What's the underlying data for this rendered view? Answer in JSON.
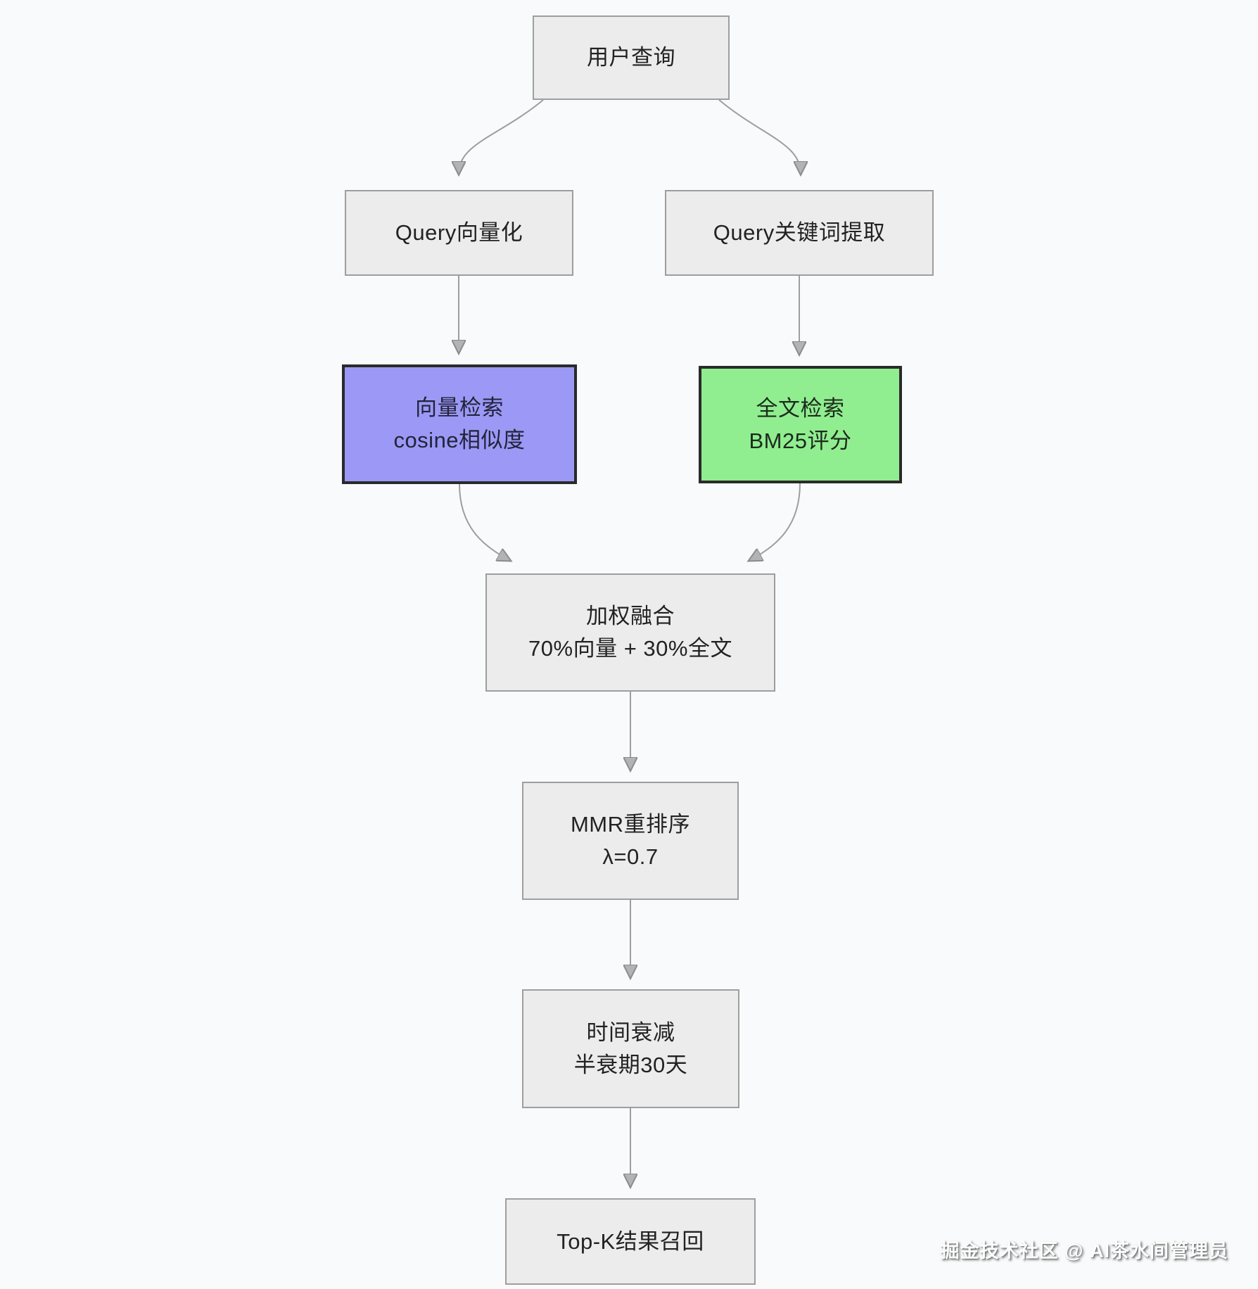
{
  "diagram": {
    "nodes": {
      "user_query": {
        "label": "用户查询"
      },
      "query_vectorize": {
        "label": "Query向量化"
      },
      "query_keywords": {
        "label": "Query关键词提取"
      },
      "vector_search": {
        "line1": "向量检索",
        "line2": "cosine相似度"
      },
      "fulltext_search": {
        "line1": "全文检索",
        "line2": "BM25评分"
      },
      "weighted_fusion": {
        "line1": "加权融合",
        "line2": "70%向量 + 30%全文"
      },
      "mmr_rerank": {
        "line1": "MMR重排序",
        "line2": "λ=0.7"
      },
      "time_decay": {
        "line1": "时间衰减",
        "line2": "半衰期30天"
      },
      "topk_recall": {
        "label": "Top-K结果召回"
      }
    },
    "colors": {
      "background": "#f9fafb",
      "node_fill": "#ececec",
      "node_border": "#9e9e9e",
      "vector_search_fill": "#9b99f5",
      "fulltext_search_fill": "#90ee90",
      "highlight_border": "#2a2a2a",
      "edge": "#9e9e9e",
      "text": "#222222"
    },
    "watermark": "掘金技术社区 @ AI茶水间管理员"
  }
}
